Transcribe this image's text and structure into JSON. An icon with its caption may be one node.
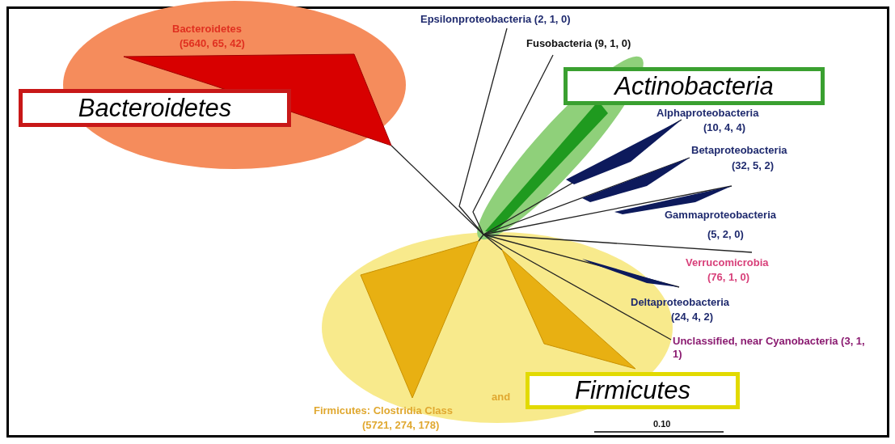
{
  "diagram": {
    "nodes": [
      {
        "text": [
          "Bacteroidetes"
        ]
      },
      {
        "text": [
          "Actinobacteria"
        ]
      },
      {
        "text": [
          "Firmicutes"
        ]
      }
    ],
    "labels": [
      "Bacteroidetes",
      "(5640, 65, 42)",
      "Epsilonproteobacteria (2, 1, 0)",
      "Fusobacteria (9, 1, 0)",
      "Alphaproteobacteria",
      "(10, 4, 4)",
      "Betaproteobacteria",
      "(32, 5, 2)",
      "Gammaproteobacteria",
      "(5, 2, 0)",
      "Verrucomicrobia",
      "(76, 1, 0)",
      "Deltaproteobacteria",
      "(24, 4, 2)",
      "Unclassified, near Cyanobacteria (3, 1, 1)",
      "and",
      "Firmicutes: Clostridia Class",
      "(5721, 274, 178)",
      "0.10"
    ]
  }
}
